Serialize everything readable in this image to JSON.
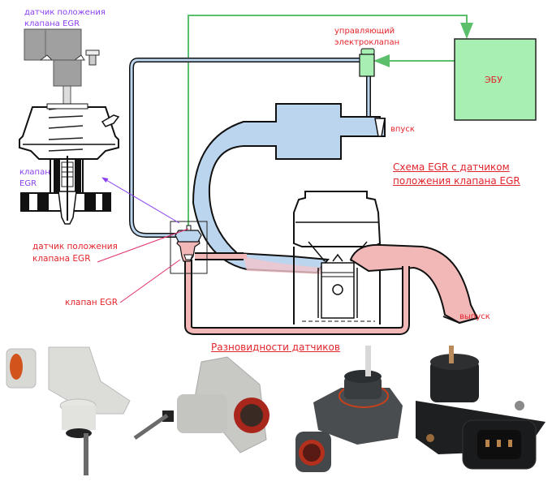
{
  "diagram": {
    "title_lines": [
      "Схема EGR с датчиком",
      "положения клапана EGR"
    ],
    "subtitle": "Разновидности датчиков",
    "labels": {
      "top_sensor": [
        "датчик положения",
        "клапана EGR"
      ],
      "top_valve": [
        "клапан",
        "EGR"
      ],
      "solenoid": [
        "управляющий",
        "электроклапан"
      ],
      "ecu": "ЭБУ",
      "intake": "впуск",
      "exhaust": "выпуск",
      "sensor_callout": [
        "датчик положения",
        "клапана EGR"
      ],
      "valve_callout": "клапан EGR"
    },
    "colors": {
      "intake_flow": "#bcd5ee",
      "exhaust_flow": "#f2b8b8",
      "control_signal": "#5cbf6c",
      "ecu_fill": "#a8efb4",
      "label_red": "#e2242b",
      "label_violet": "#8a3ff0"
    },
    "sensor_photos": [
      {
        "name": "light-gray-sensor-vertical",
        "body": "#d8d8d4",
        "seal": "#d2541c"
      },
      {
        "name": "light-gray-sensor-angled",
        "body": "#c8c8c4",
        "seal": "#a8261c"
      },
      {
        "name": "dark-gray-sensor",
        "body": "#4a4d50",
        "seal": "#c8401c"
      },
      {
        "name": "black-sensor",
        "body": "#1e1f21",
        "seal": "#9a6a3a"
      }
    ]
  }
}
